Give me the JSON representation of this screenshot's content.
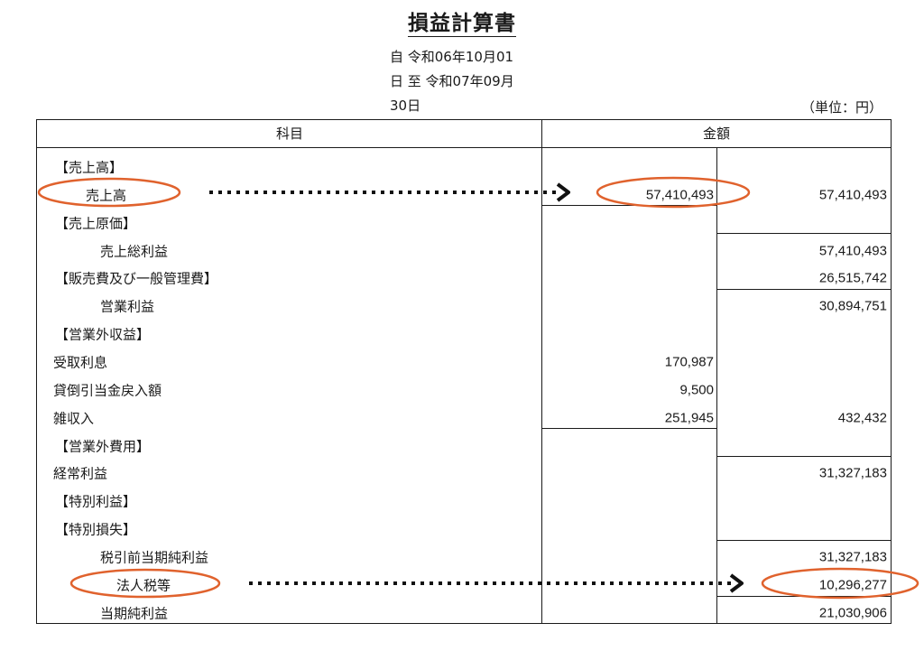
{
  "title": "損益計算書",
  "period": {
    "line1": "自 令和06年10月01",
    "line2": "日 至 令和07年09月",
    "line3": "30日"
  },
  "unit": "（単位：円）",
  "headers": {
    "item": "科目",
    "amount": "金額"
  },
  "rows": [
    {
      "label": "【売上高】"
    },
    {
      "label": "売上高",
      "inner": "57,410,493",
      "outer": "57,410,493"
    },
    {
      "label": "【売上原価】"
    },
    {
      "label": "売上総利益",
      "outer": "57,410,493"
    },
    {
      "label": "【販売費及び一般管理費】",
      "outer": "26,515,742"
    },
    {
      "label": "営業利益",
      "outer": "30,894,751"
    },
    {
      "label": "【営業外収益】"
    },
    {
      "label": "受取利息",
      "inner": "170,987"
    },
    {
      "label": "貸倒引当金戻入額",
      "inner": "9,500"
    },
    {
      "label": "雑収入",
      "inner": "251,945",
      "outer": "432,432"
    },
    {
      "label": "【営業外費用】"
    },
    {
      "label": "経常利益",
      "outer": "31,327,183"
    },
    {
      "label": "【特別利益】"
    },
    {
      "label": "【特別損失】"
    },
    {
      "label": "税引前当期純利益",
      "outer": "31,327,183"
    },
    {
      "label": "法人税等",
      "outer": "10,296,277"
    },
    {
      "label": "当期純利益",
      "outer": "21,030,906"
    }
  ],
  "annotation_color": "#e0622d"
}
